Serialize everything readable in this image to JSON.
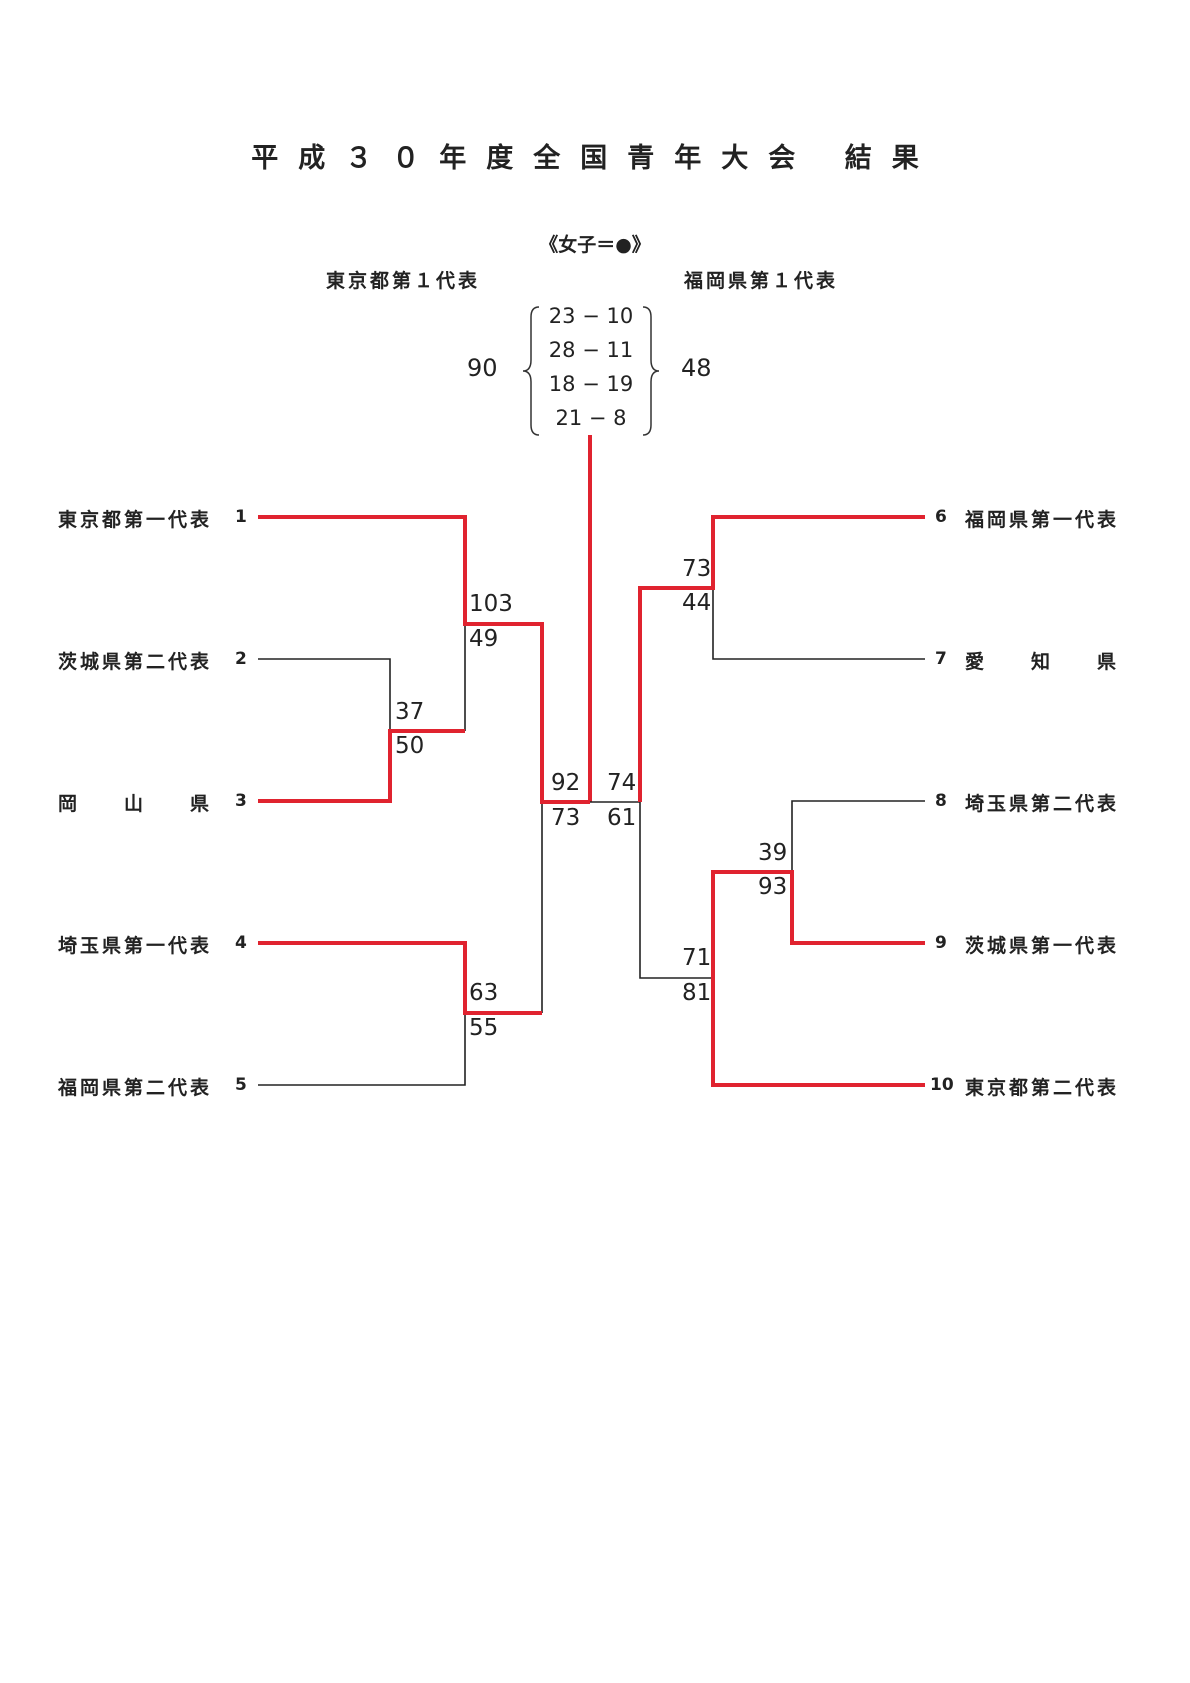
{
  "title": "平成３０年度全国青年大会 結果",
  "subtitle": "《女子＝●》",
  "final": {
    "left_team": "東京都第１代表",
    "right_team": "福岡県第１代表",
    "left_total": "90",
    "right_total": "48",
    "quarters": [
      "23 − 10",
      "28 − 11",
      "18 − 19",
      "21 −  8"
    ]
  },
  "teams": [
    {
      "seed": "1",
      "name": "東京都第一代表"
    },
    {
      "seed": "2",
      "name": "茨城県第二代表"
    },
    {
      "seed": "3",
      "name": "岡　　山　　県"
    },
    {
      "seed": "4",
      "name": "埼玉県第一代表"
    },
    {
      "seed": "5",
      "name": "福岡県第二代表"
    },
    {
      "seed": "6",
      "name": "福岡県第一代表"
    },
    {
      "seed": "7",
      "name": "愛　　知　　県"
    },
    {
      "seed": "8",
      "name": "埼玉県第二代表"
    },
    {
      "seed": "9",
      "name": "茨城県第一代表"
    },
    {
      "seed": "10",
      "name": "東京都第二代表"
    }
  ],
  "scores": {
    "m23_top": "37",
    "m23_bot": "50",
    "m1_top": "103",
    "m1_bot": "49",
    "m45_top": "63",
    "m45_bot": "55",
    "semi_left_top": "92",
    "semi_left_bot": "73",
    "m67_top": "73",
    "m67_bot": "44",
    "m89_top": "39",
    "m89_bot": "93",
    "m10_top": "71",
    "m10_bot": "81",
    "semi_right_top": "74",
    "semi_right_bot": "61"
  },
  "colors": {
    "winner_line": "#e0232f",
    "loser_line": "#222222"
  }
}
